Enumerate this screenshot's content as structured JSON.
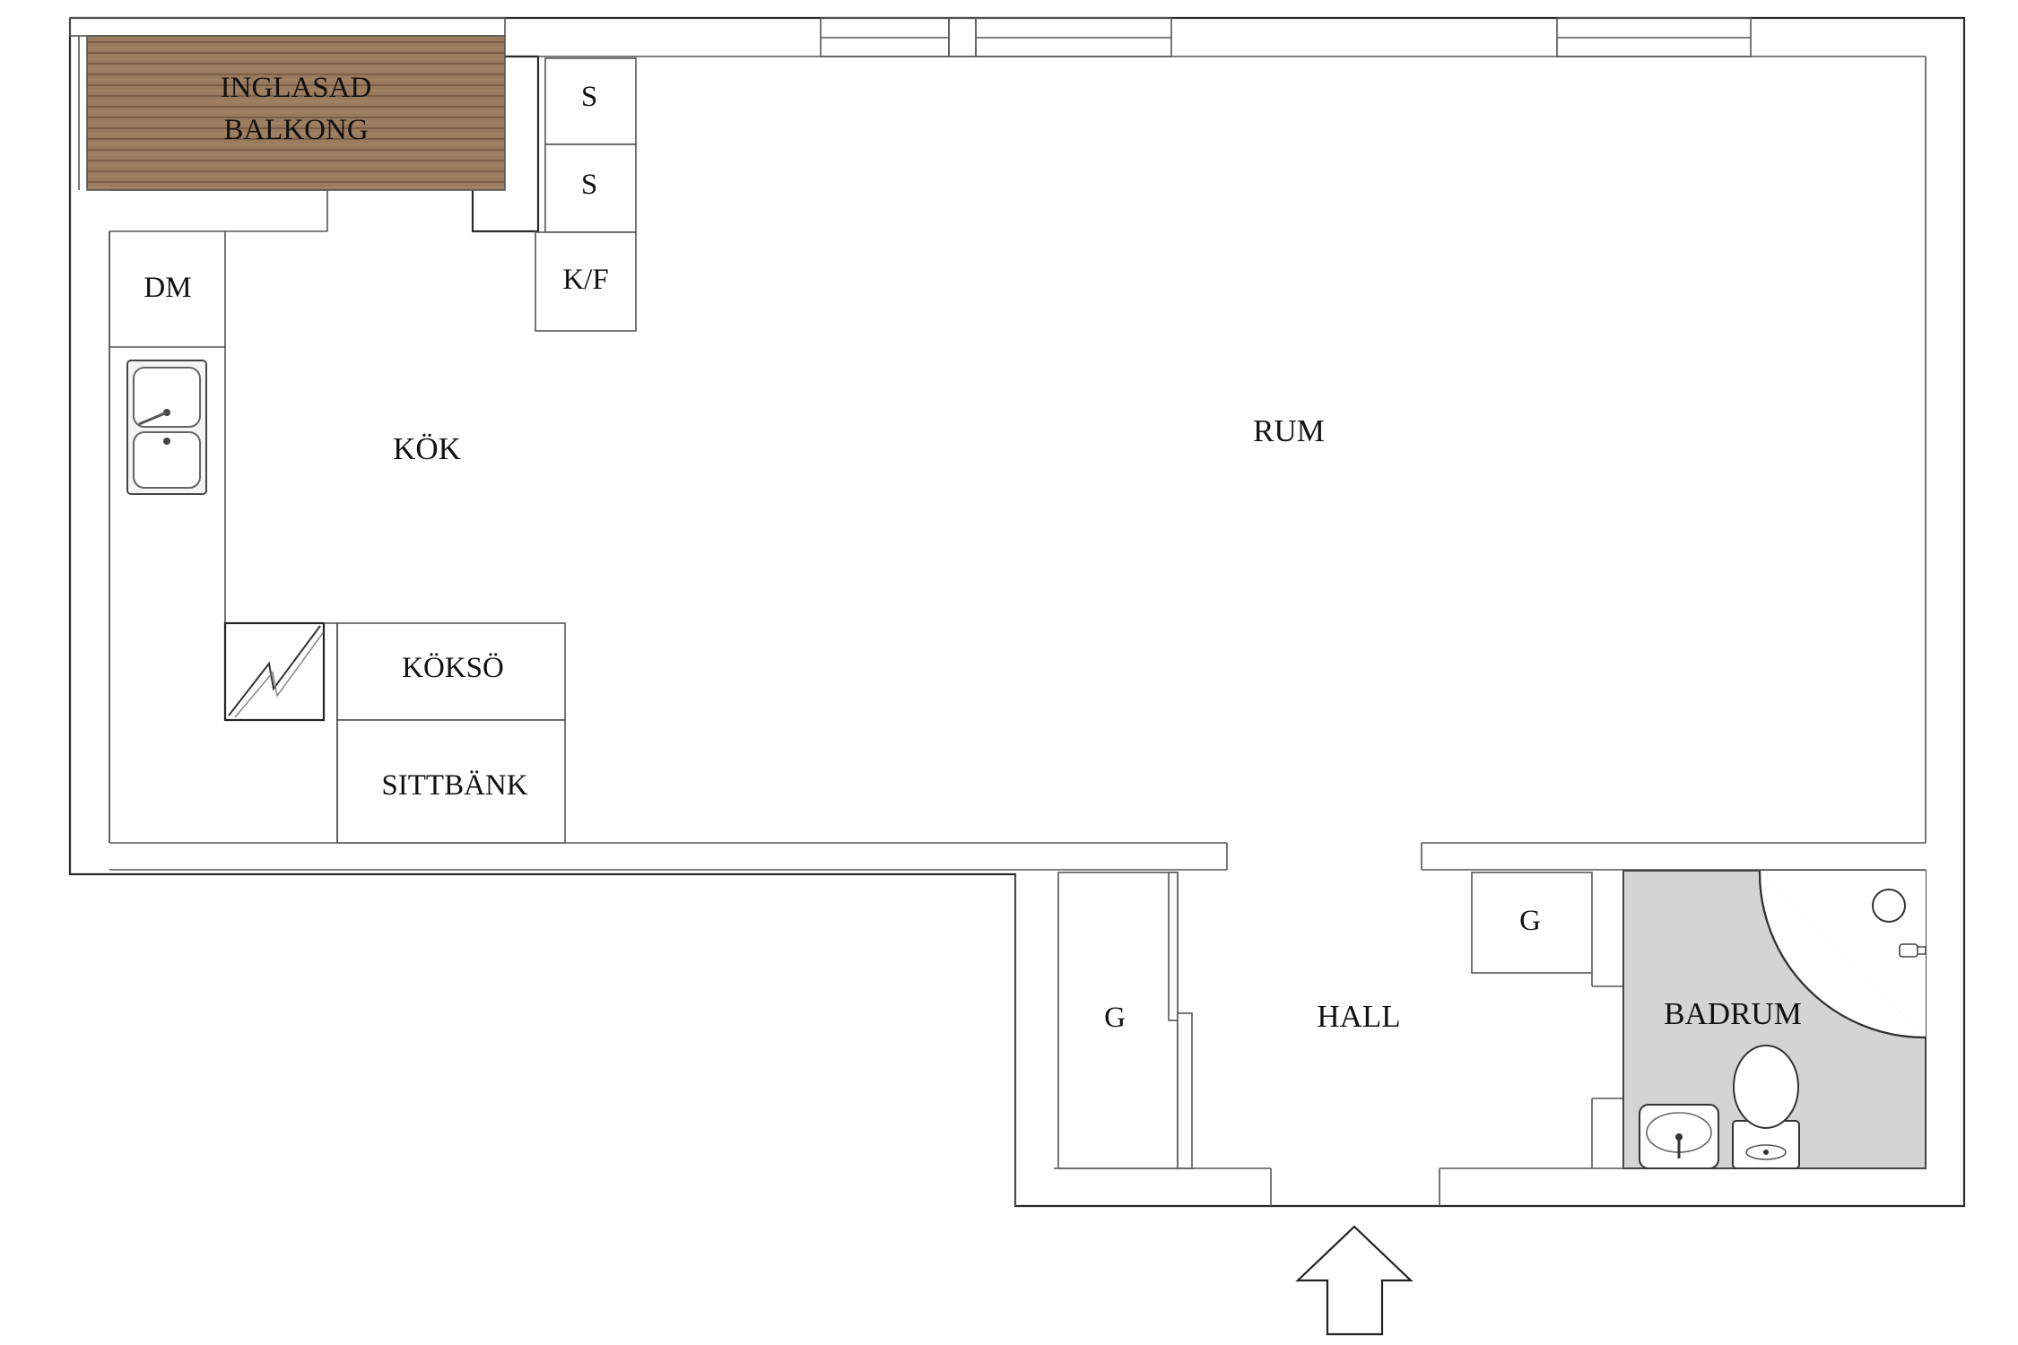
{
  "floorplan": {
    "rooms": {
      "balcony": {
        "line1": "INGLASAD",
        "line2": "BALKONG"
      },
      "kitchen": "KÖK",
      "room": "RUM",
      "hall": "HALL",
      "bathroom": "BADRUM"
    },
    "fixtures": {
      "storage_1": "S",
      "storage_2": "S",
      "fridge_freezer": "K/F",
      "dishwasher": "DM",
      "kitchen_island": "KÖKSÖ",
      "bench": "SITTBÄNK",
      "wardrobe_hall": "G",
      "wardrobe_small": "G"
    },
    "colors": {
      "wall": "#2a2a2a",
      "balcony_wood": "#9b7b5e",
      "bathroom_floor": "#d4d4d4",
      "background": "#ffffff"
    }
  }
}
